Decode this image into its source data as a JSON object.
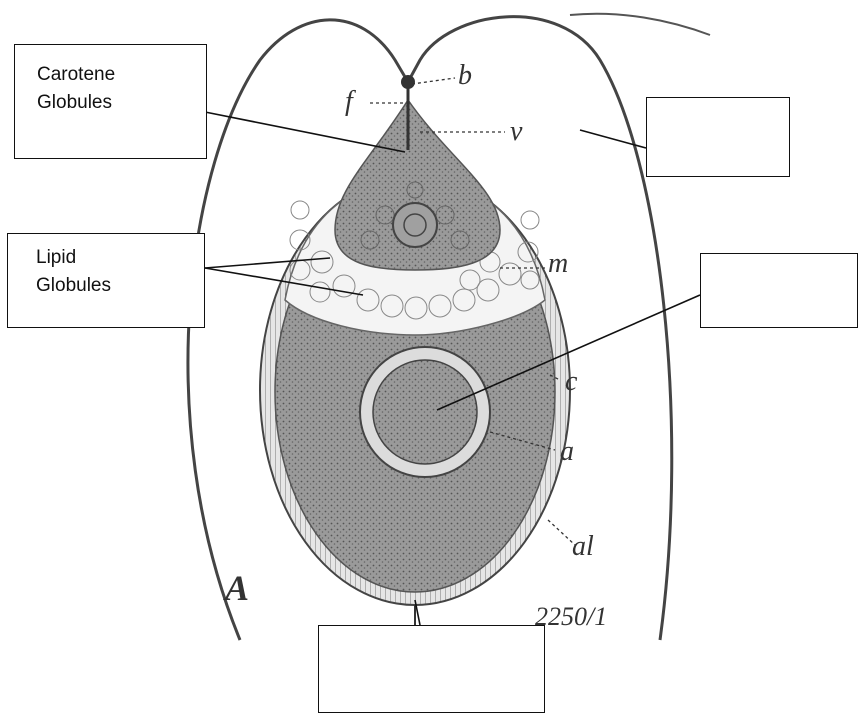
{
  "figure": {
    "panel_letter": "A",
    "magnification": "2250/1",
    "part_letters": [
      "b",
      "f",
      "v",
      "m",
      "c",
      "a",
      "al"
    ]
  },
  "label_boxes": {
    "carotene": [
      "Carotene",
      "Globules"
    ],
    "lipid": [
      "Lipid",
      "Globules"
    ],
    "blank_top_right": "",
    "blank_mid_right": "",
    "blank_bottom": ""
  },
  "colors": {
    "ink": "#333333",
    "cell_fill": "#8c8c8c",
    "droplet_fill": "#f4f4f4",
    "leader_line": "#111111"
  }
}
